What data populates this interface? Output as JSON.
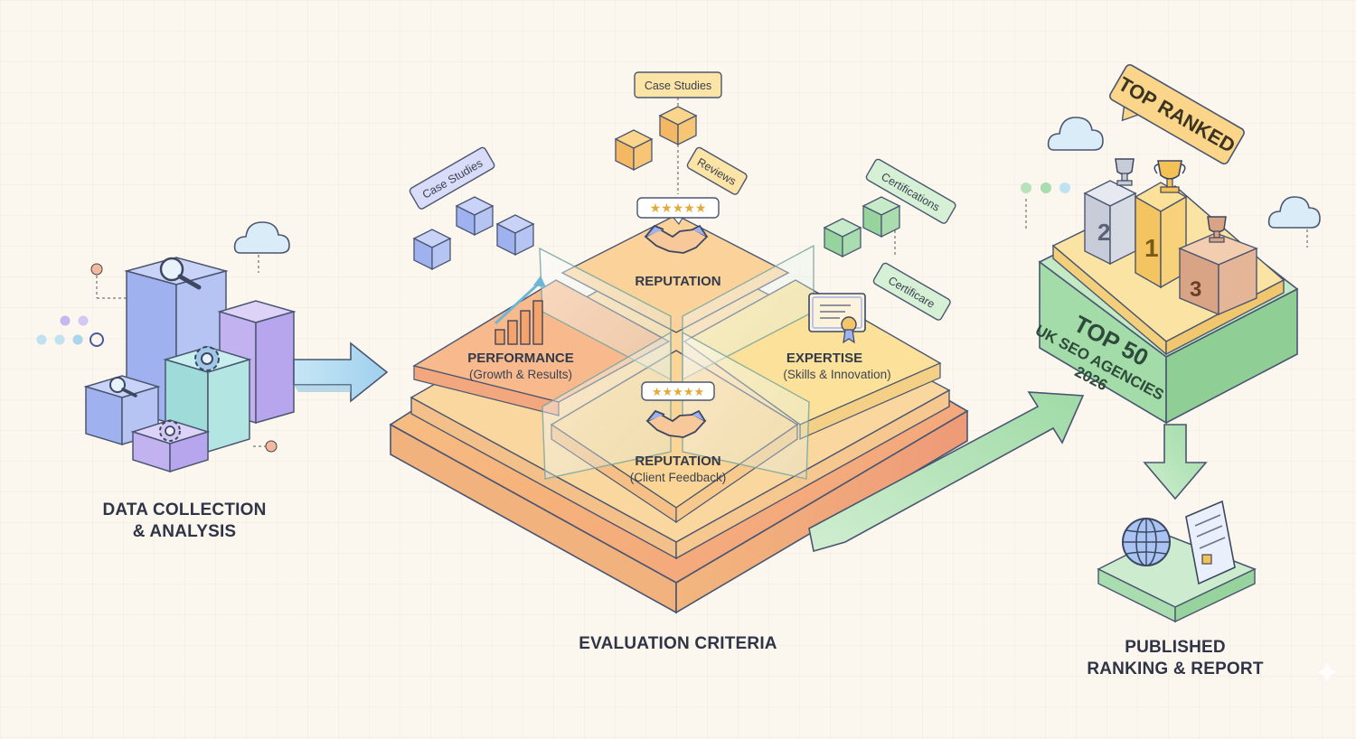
{
  "stages": {
    "data": {
      "title_line1": "DATA COLLECTION",
      "title_line2": "& ANALYSIS"
    },
    "evaluation": {
      "title": "EVALUATION CRITERIA"
    },
    "published": {
      "title_line1": "PUBLISHED",
      "title_line2": "RANKING & REPORT"
    }
  },
  "criteria": {
    "top": {
      "title": "REPUTATION"
    },
    "left": {
      "title": "PERFORMANCE",
      "subtitle": "(Growth & Results)"
    },
    "right": {
      "title": "EXPERTISE",
      "subtitle": "(Skills & Innovation)"
    },
    "bottom": {
      "title": "REPUTATION",
      "subtitle": "(Client Feedback)"
    }
  },
  "tags": {
    "case_studies_top": "Case Studies",
    "case_studies_left": "Case Studies",
    "reviews": "Reviews",
    "certifications": "Certifications",
    "certificare": "Certificare"
  },
  "ranking": {
    "banner": "TOP RANKED",
    "box_line1": "TOP 50",
    "box_line2": "UK SEO AGENCIES",
    "box_line3": "2026",
    "podium": [
      "1",
      "2",
      "3"
    ]
  },
  "colors": {
    "background": "#fbf6ee",
    "blue": "#a9b9f2",
    "purple": "#c9b8f3",
    "teal": "#a9e3e0",
    "orange": "#f6b27b",
    "yellow": "#f8dc86",
    "green": "#a9dfad",
    "ink": "#2f3546"
  },
  "icons": [
    "magnifier-icon",
    "gear-icon",
    "cloud-icon",
    "handshake-icon",
    "star-rating-icon",
    "bar-chart-icon",
    "certificate-icon",
    "trophy-icon",
    "globe-icon",
    "checklist-icon",
    "arrow-icon",
    "sparkle-icon"
  ]
}
